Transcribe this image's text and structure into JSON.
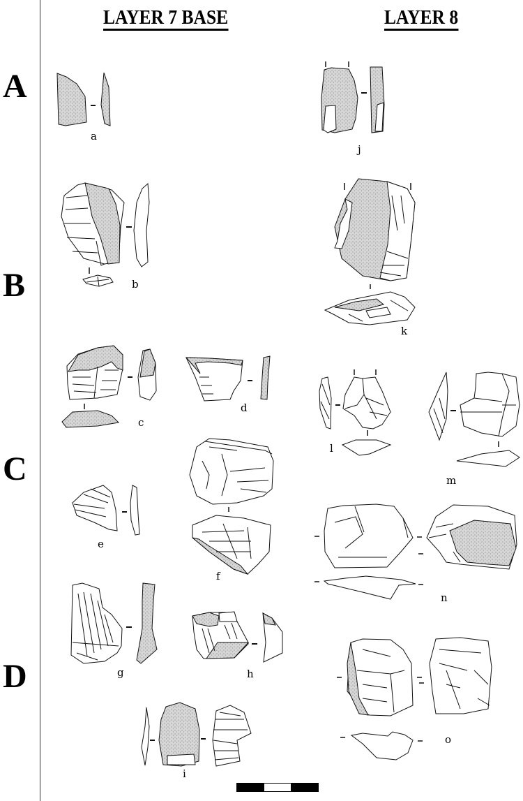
{
  "figure": {
    "columns": [
      {
        "id": "layer7base",
        "label": "LAYER 7 BASE"
      },
      {
        "id": "layer8",
        "label": "LAYER 8"
      }
    ],
    "rows": [
      {
        "id": "A",
        "label": "A"
      },
      {
        "id": "B",
        "label": "B"
      },
      {
        "id": "C",
        "label": "C"
      },
      {
        "id": "D",
        "label": "D"
      }
    ],
    "artifacts": [
      {
        "label": "a",
        "row": "A",
        "column": "LAYER 7 BASE"
      },
      {
        "label": "b",
        "row": "B",
        "column": "LAYER 7 BASE"
      },
      {
        "label": "c",
        "row": "C",
        "column": "LAYER 7 BASE"
      },
      {
        "label": "d",
        "row": "C",
        "column": "LAYER 7 BASE"
      },
      {
        "label": "e",
        "row": "C",
        "column": "LAYER 7 BASE"
      },
      {
        "label": "f",
        "row": "C",
        "column": "LAYER 7 BASE"
      },
      {
        "label": "g",
        "row": "D",
        "column": "LAYER 7 BASE"
      },
      {
        "label": "h",
        "row": "D",
        "column": "LAYER 7 BASE"
      },
      {
        "label": "i",
        "row": "D",
        "column": "LAYER 7 BASE"
      },
      {
        "label": "j",
        "row": "A",
        "column": "LAYER 8"
      },
      {
        "label": "k",
        "row": "B",
        "column": "LAYER 8"
      },
      {
        "label": "l",
        "row": "C",
        "column": "LAYER 8"
      },
      {
        "label": "m",
        "row": "C",
        "column": "LAYER 8"
      },
      {
        "label": "n",
        "row": "C",
        "column": "LAYER 8"
      },
      {
        "label": "o",
        "row": "D",
        "column": "LAYER 8"
      }
    ],
    "scale_bar": {
      "segments": [
        "black",
        "white",
        "black"
      ]
    },
    "colors": {
      "ink": "#000000",
      "cortex": "#d4d4d4",
      "background": "#ffffff"
    }
  }
}
